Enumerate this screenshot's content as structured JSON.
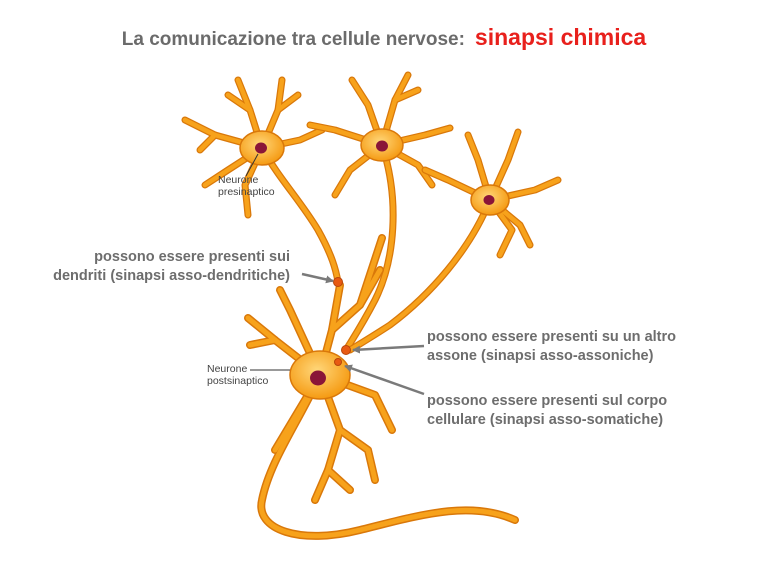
{
  "title": {
    "main": "La comunicazione tra cellule nervose:",
    "accent": "sinapsi chimica"
  },
  "neuron_labels": {
    "presynaptic_line1": "Neurone",
    "presynaptic_line2": "presinaptico",
    "postsynaptic_line1": "Neurone",
    "postsynaptic_line2": "postsinaptico"
  },
  "annotations": {
    "dendritic_line1": "possono essere presenti sui",
    "dendritic_line2": "dendriti (sinapsi asso-dendritiche)",
    "axonic_line1": "possono essere presenti su un altro",
    "axonic_line2": "assone (sinapsi asso-assoniche)",
    "somatic_line1": "possono essere presenti sul corpo",
    "somatic_line2": "cellulare (sinapsi asso-somatiche)"
  },
  "colors": {
    "title_gray": "#6b6b6b",
    "title_red": "#e8201c",
    "neuron_orange": "#f7a21b",
    "neuron_outline": "#d9780a",
    "nucleus": "#8a1538",
    "arrow_gray": "#7a7a7a"
  }
}
